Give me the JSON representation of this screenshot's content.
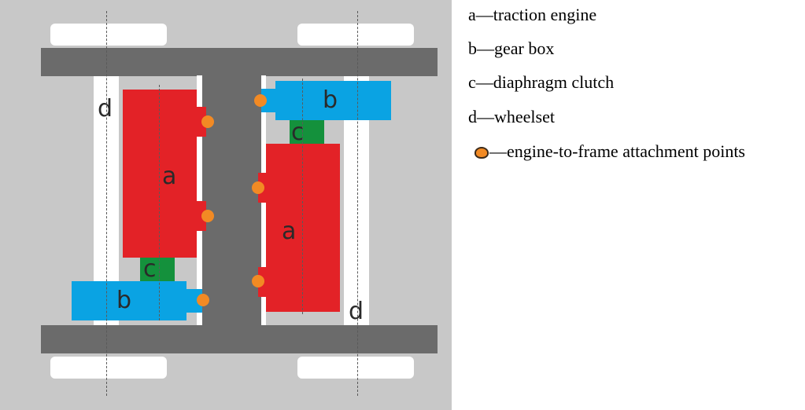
{
  "diagram": {
    "labels": {
      "engine": "a",
      "gearbox": "b",
      "clutch": "c",
      "wheelset": "d"
    },
    "colors": {
      "background": "#c8c8c8",
      "frame": "#6b6b6b",
      "engine": "#e32227",
      "gearbox": "#0aa3e3",
      "clutch": "#14913c",
      "attachment_point": "#f28a24",
      "wheel": "#ffffff"
    }
  },
  "legend": {
    "items": [
      {
        "key": "a",
        "text": "a—traction engine"
      },
      {
        "key": "b",
        "text": "b—gear box"
      },
      {
        "key": "c",
        "text": "c—diaphragm clutch"
      },
      {
        "key": "d",
        "text": "d—wheelset"
      },
      {
        "key": "attachment-icon",
        "text": "—engine-to-frame attachment points"
      }
    ]
  }
}
